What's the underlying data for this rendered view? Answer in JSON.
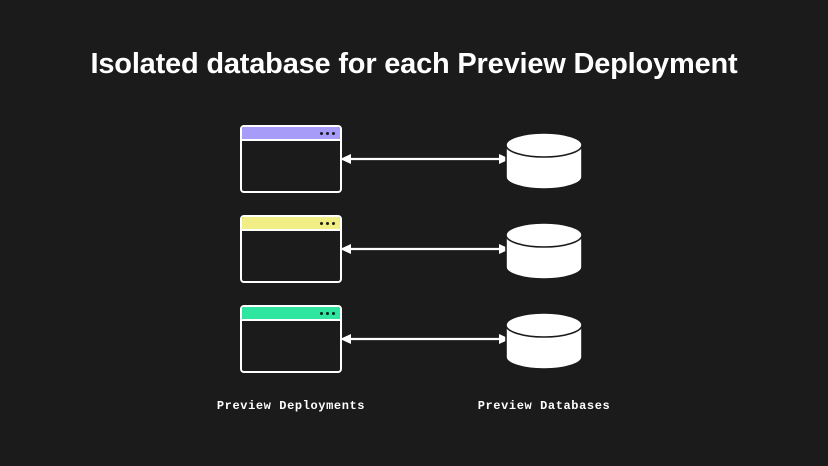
{
  "slide": {
    "background_color": "#1b1b1b",
    "title": "Isolated database for each Preview Deployment"
  },
  "captions": {
    "left": "Preview Deployments",
    "right": "Preview Databases"
  },
  "colors": {
    "background": "#1b1b1b",
    "stroke": "#ffffff",
    "window_purple": "#a79cf7",
    "window_yellow": "#f0ee85",
    "window_green": "#2fe6a0"
  },
  "rows": [
    {
      "id": "row-1",
      "window": {
        "titlebar_color": "#a79cf7",
        "dot_count": 3,
        "dot_color": "#1b1b1b"
      },
      "connector": {
        "type": "double-headed-arrow",
        "color": "#ffffff"
      },
      "database": {
        "shape": "cylinder",
        "fill": "#ffffff",
        "stroke": "#1b1b1b"
      }
    },
    {
      "id": "row-2",
      "window": {
        "titlebar_color": "#f0ee85",
        "dot_count": 3,
        "dot_color": "#1b1b1b"
      },
      "connector": {
        "type": "double-headed-arrow",
        "color": "#ffffff"
      },
      "database": {
        "shape": "cylinder",
        "fill": "#ffffff",
        "stroke": "#1b1b1b"
      }
    },
    {
      "id": "row-3",
      "window": {
        "titlebar_color": "#2fe6a0",
        "dot_count": 3,
        "dot_color": "#1b1b1b"
      },
      "connector": {
        "type": "double-headed-arrow",
        "color": "#ffffff"
      },
      "database": {
        "shape": "cylinder",
        "fill": "#ffffff",
        "stroke": "#1b1b1b"
      }
    }
  ],
  "icons": {
    "window": "browser-window-icon",
    "database": "database-cylinder-icon",
    "arrow": "double-arrow-icon",
    "dot": "window-control-dot-icon"
  }
}
